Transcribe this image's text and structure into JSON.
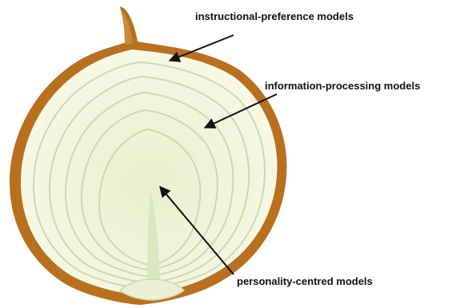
{
  "colors": {
    "background": "#ffffff",
    "skin": "#b8701f",
    "skin_highlight": "#d89a4a",
    "flesh": "#f7f8e6",
    "flesh_inner": "#eef3d6",
    "core": "#dde9c2",
    "ring_line": "#c8d6a8",
    "arrow": "#111111",
    "label_text": "#111111"
  },
  "labels": {
    "instructional": "instructional-preference models",
    "information": "information-processing models",
    "personality": "personality-centred models"
  },
  "icons": {
    "illustration": "onion-cross-section-icon"
  }
}
